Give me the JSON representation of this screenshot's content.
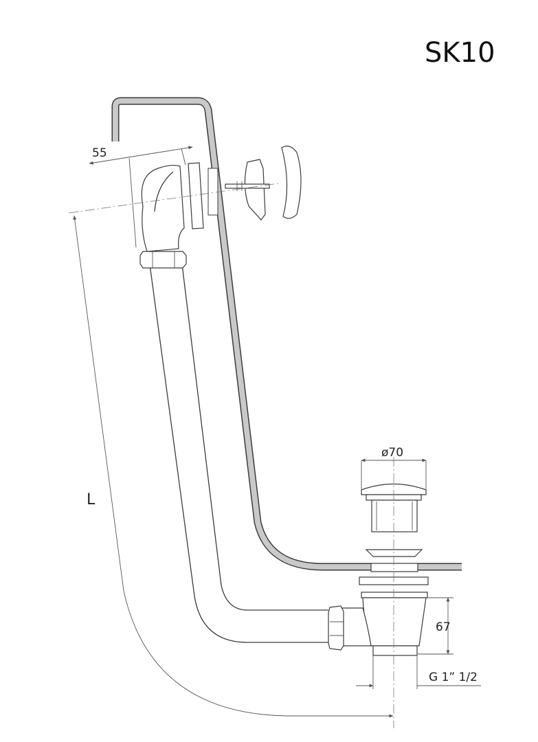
{
  "title": "SK10",
  "dimensions": {
    "overflow_offset": "55",
    "cap_diameter": "ø70",
    "body_height": "67",
    "thread": "G 1” 1/2",
    "length": "L"
  },
  "colors": {
    "line": "#3a3a3a",
    "rod_fill": "#c9c9c9",
    "background": "#ffffff"
  }
}
